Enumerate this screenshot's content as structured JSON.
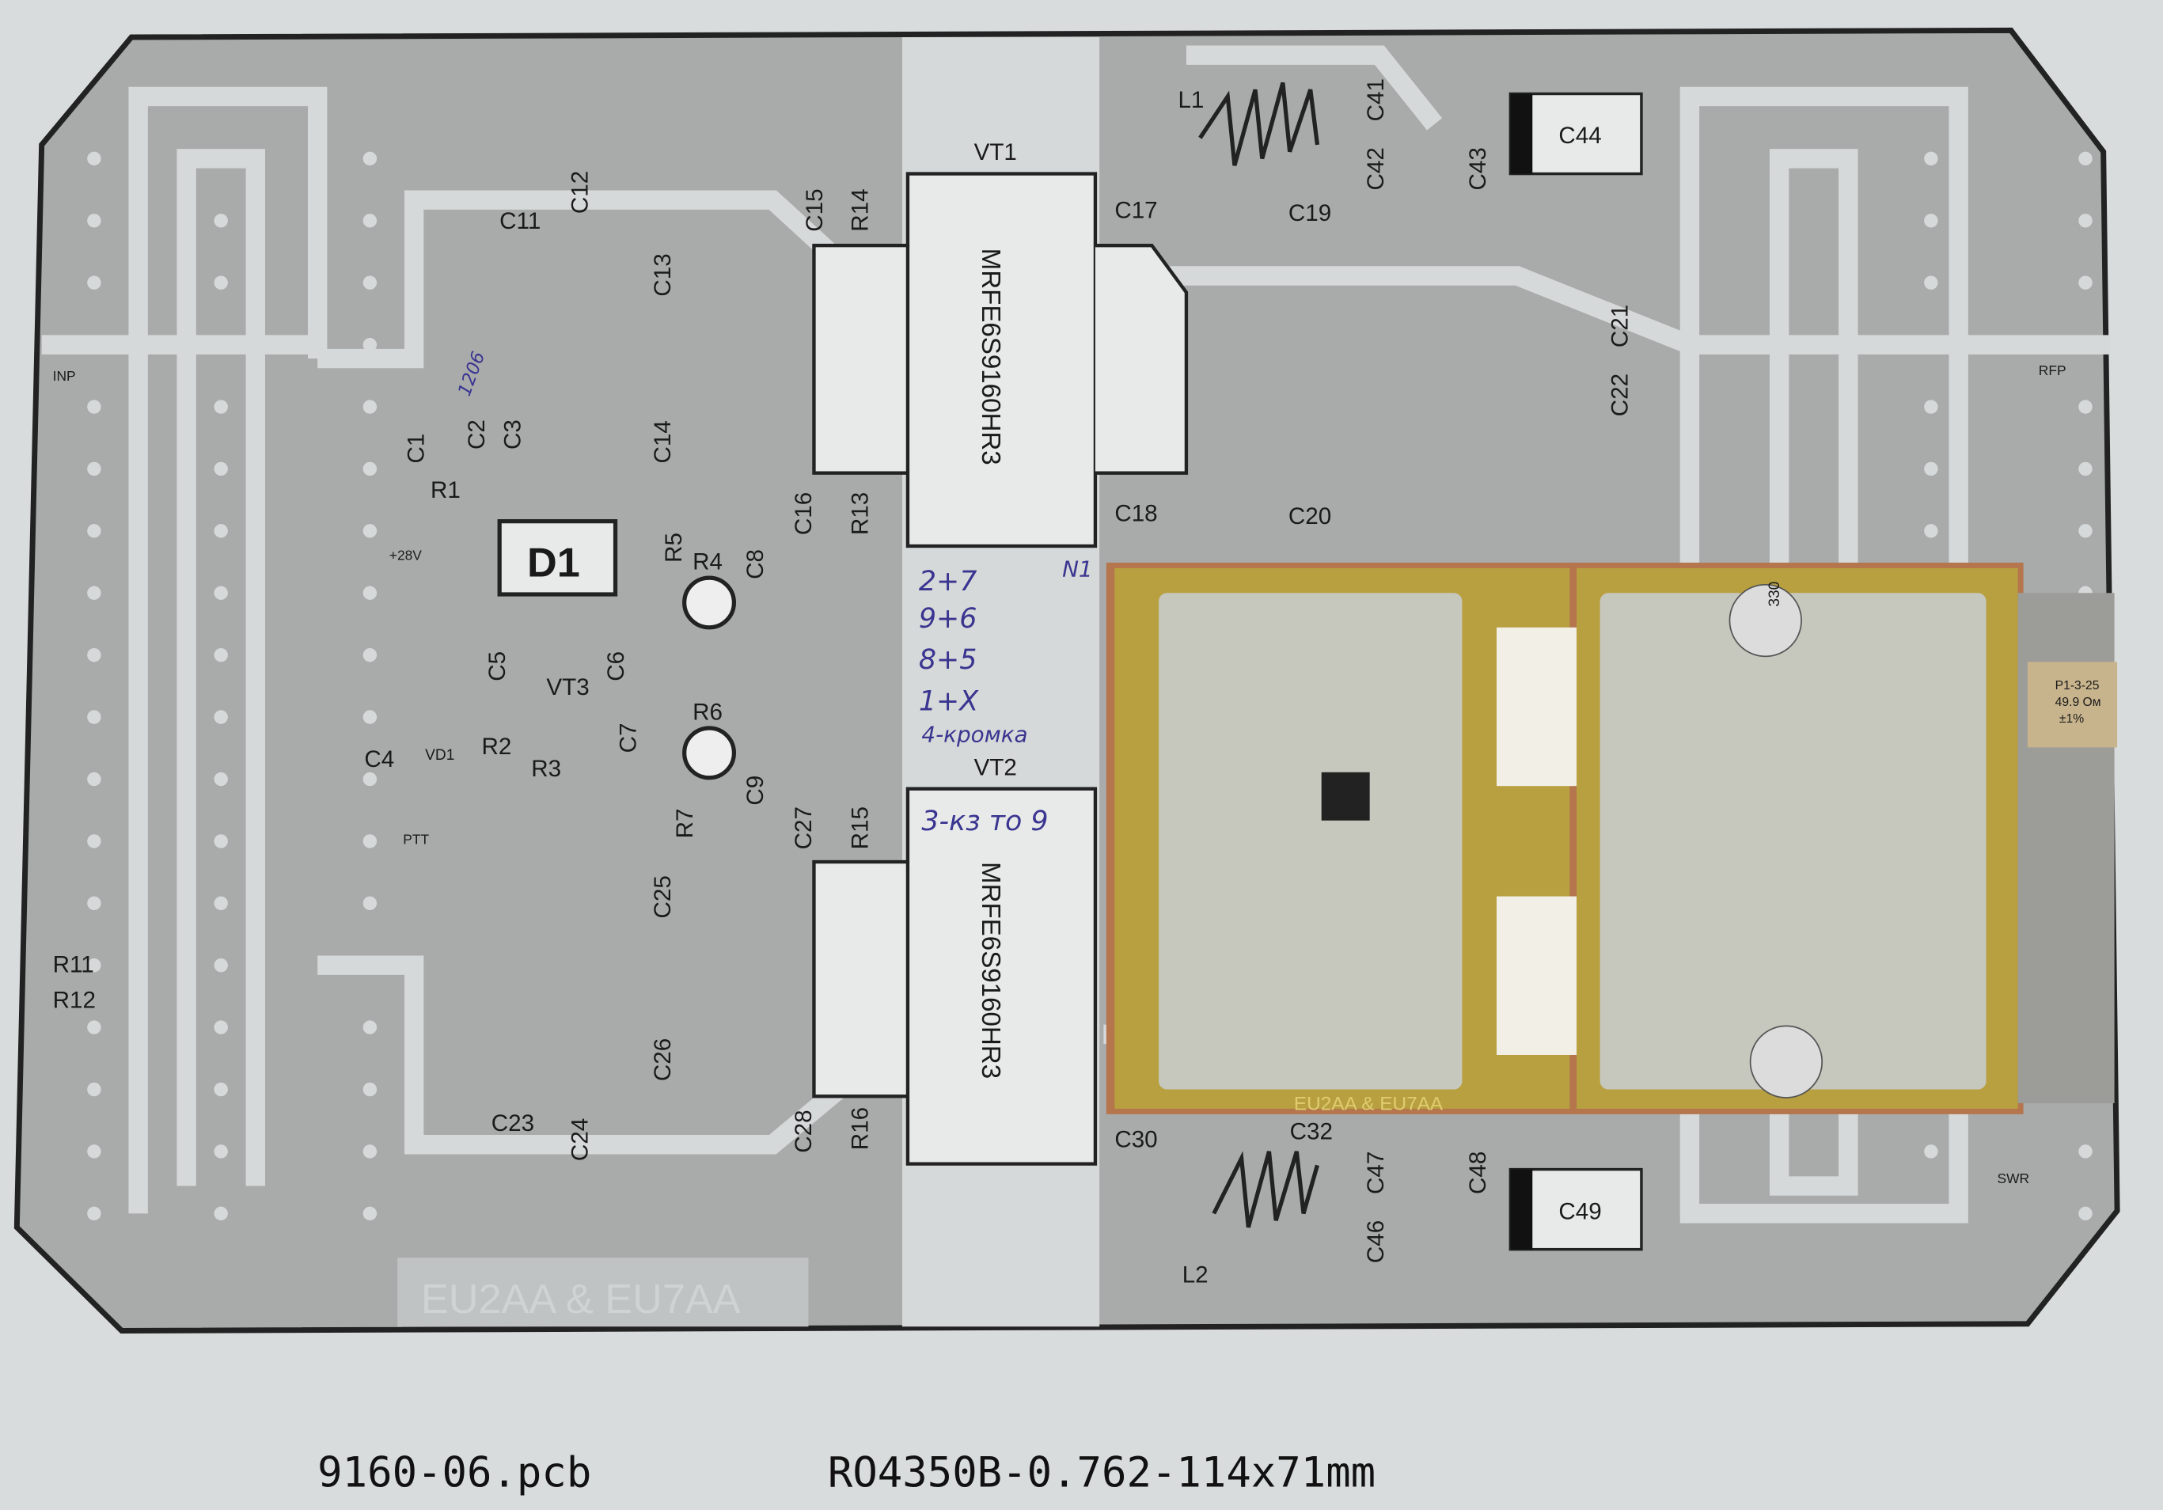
{
  "components": [
    "C11",
    "C12",
    "C13",
    "C15",
    "R14",
    "VT1",
    "C17",
    "C19",
    "L1",
    "C41",
    "C42",
    "C43",
    "C44",
    "C21",
    "C22",
    "C1",
    "C2",
    "C3",
    "R1",
    "C14",
    "R5",
    "R4",
    "C8",
    "C16",
    "R13",
    "C18",
    "C20",
    "C5",
    "C6",
    "VT3",
    "C7",
    "R6",
    "C4",
    "VD1",
    "R2",
    "R3",
    "C9",
    "R7",
    "C27",
    "R15",
    "VT2",
    "R11",
    "R12",
    "C25",
    "C26",
    "C23",
    "C24",
    "C28",
    "R16",
    "C30",
    "C32",
    "C47",
    "C48",
    "C49",
    "C46",
    "L2"
  ],
  "diode_label": "D1",
  "transistors": {
    "vt1_part": "MRFE6S9160HR3",
    "vt2_part": "MRFE6S9160HR3"
  },
  "ports": {
    "input": "INP",
    "output": "RFP",
    "supply": "+28V",
    "ptt": "PTT",
    "swr": "SWR"
  },
  "authors_watermark": "EU2AA & EU7AA",
  "handwritten": {
    "size_note": "1206",
    "board_no": "N1",
    "notes": [
      "2+7",
      "9+6",
      "8+5",
      "1+X",
      "4-кромка"
    ],
    "vt2_note": "3-кз то 9"
  },
  "board": {
    "silkscreen": "EU2AA & EU7AA",
    "load_resistor": [
      "P1-3-25",
      "49.9 Ом",
      "±1%"
    ],
    "capacitor_marking": "330"
  },
  "footer": {
    "file_name": "9160-06.pcb",
    "substrate": "RO4350B-0.762-114x71mm"
  },
  "colors": {
    "paper": "#d8dcdc",
    "copper_gray": "#a9abab",
    "trace_light": "#d6d9d9",
    "board_gold": "#b8a040",
    "ink": "#3a3590"
  }
}
